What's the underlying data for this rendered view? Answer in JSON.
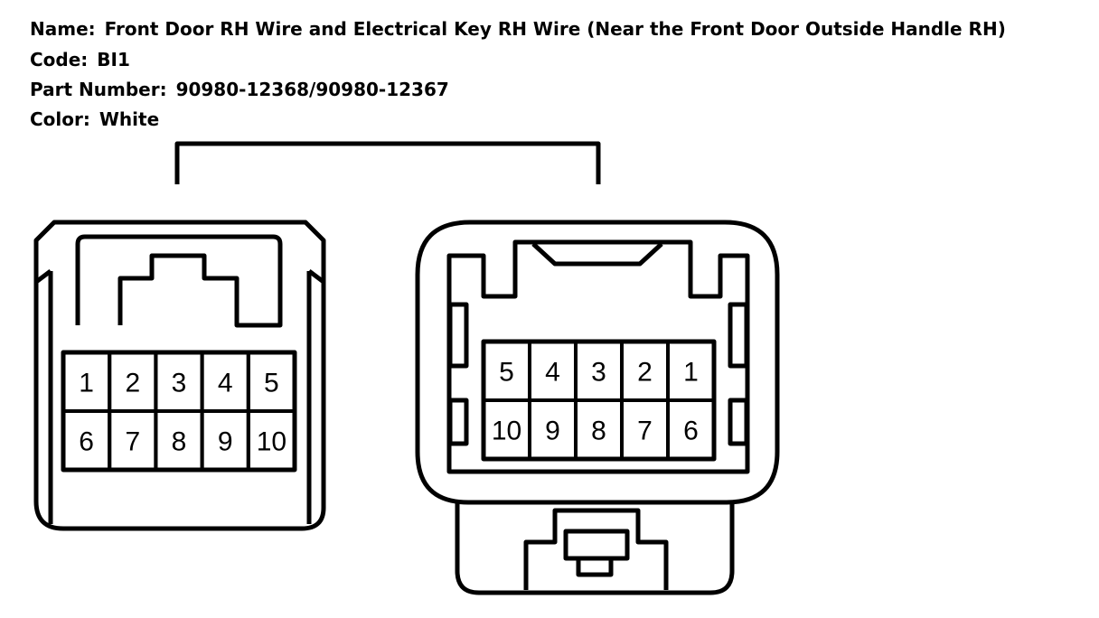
{
  "info": {
    "name_label": "Name:",
    "name_value": "Front Door RH Wire and Electrical Key RH Wire (Near the Front Door Outside Handle RH)",
    "code_label": "Code:",
    "code_value": "BI1",
    "part_label": "Part Number:",
    "part_value": "90980-12368/90980-12367",
    "color_label": "Color:",
    "color_value": "White"
  },
  "left_connector": {
    "row1": [
      "1",
      "2",
      "3",
      "4",
      "5"
    ],
    "row2": [
      "6",
      "7",
      "8",
      "9",
      "10"
    ]
  },
  "right_connector": {
    "row1": [
      "5",
      "4",
      "3",
      "2",
      "1"
    ],
    "row2": [
      "10",
      "9",
      "8",
      "7",
      "6"
    ]
  }
}
